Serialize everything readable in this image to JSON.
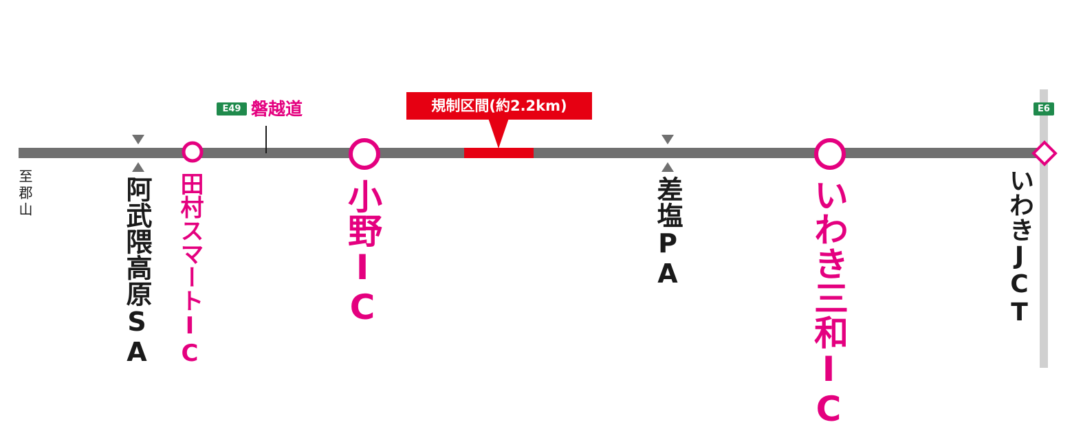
{
  "colors": {
    "road": "#707070",
    "magenta": "#e4007f",
    "restriction": "#e60012",
    "route_badge": "#1f8a4c",
    "jct_line": "#d0d0d0",
    "text": "#1a1a1a"
  },
  "direction": {
    "label": "至郡山"
  },
  "route_e49": {
    "badge": "E49",
    "name": "磐越道"
  },
  "route_e6": {
    "badge": "E6"
  },
  "restriction": {
    "label": "規制区間(約2.2km)"
  },
  "facilities": {
    "abukuma_sa": {
      "label": "阿武隈高原SA"
    },
    "tamura_smart_ic": {
      "label": "田村スマートIC"
    },
    "ono_ic": {
      "label": "小野IC"
    },
    "sashio_pa": {
      "label": "差塩PA"
    },
    "iwaki_miwa_ic": {
      "label": "いわき三和IC"
    },
    "iwaki_jct": {
      "label": "いわきJCT"
    }
  }
}
